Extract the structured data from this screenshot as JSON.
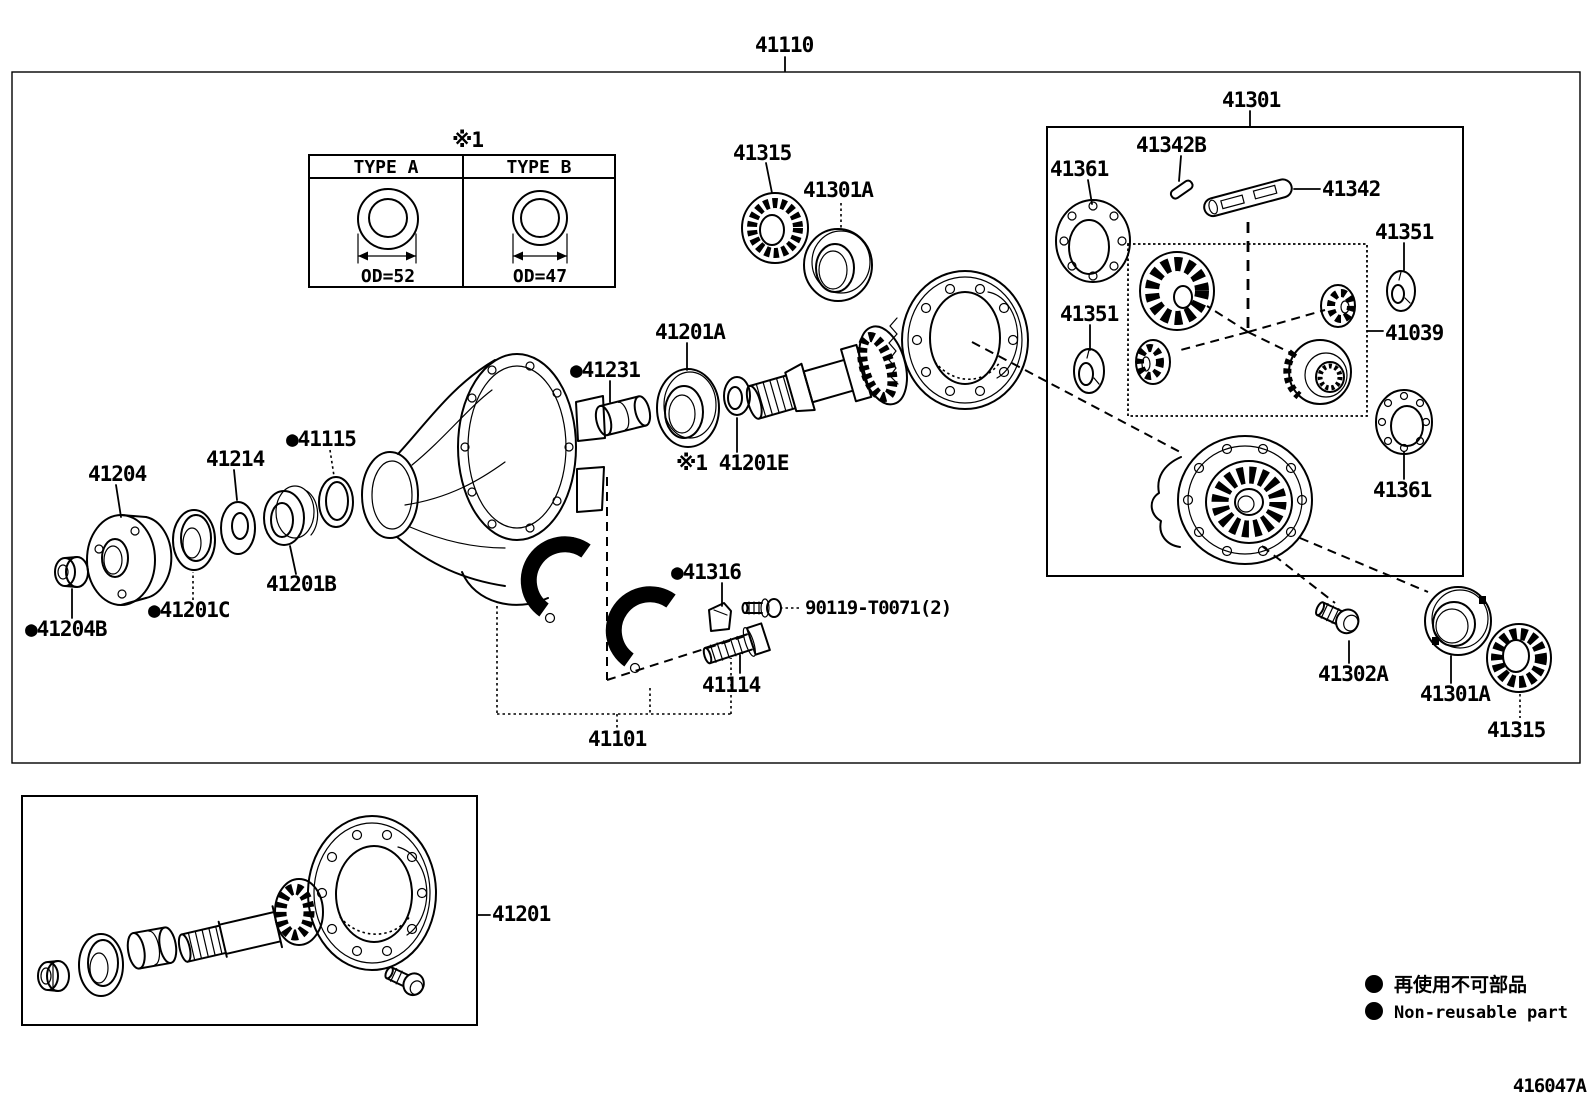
{
  "figure_code": "416047A",
  "callouts": {
    "c41110": "41110",
    "c41301": "41301",
    "c41315_top": "41315",
    "c41301a_top": "41301A",
    "c41342b": "41342B",
    "c41342": "41342",
    "c41361_top": "41361",
    "c41351_right": "41351",
    "c41351_left": "41351",
    "c41039": "41039",
    "c41361_bottom": "41361",
    "c41231": "●41231",
    "c41201a": "41201A",
    "c41201e": "※1 41201E",
    "c41115": "●41115",
    "c41214": "41214",
    "c41204": "41204",
    "c41201c": "●41201C",
    "c41204b": "●41204B",
    "c41201b": "41201B",
    "c41316": "●41316",
    "c90119": "90119-T0071(2)",
    "c41114": "41114",
    "c41101": "41101",
    "c41302a": "41302A",
    "c41301a_bottom": "41301A",
    "c41315_bottom": "41315",
    "c41201": "41201"
  },
  "type_table": {
    "note": "※1",
    "type_a": "TYPE A",
    "type_b": "TYPE B",
    "od_a": "OD=52",
    "od_b": "OD=47"
  },
  "legend": {
    "jp": "再使用不可部品",
    "en": "Non-reusable part"
  }
}
